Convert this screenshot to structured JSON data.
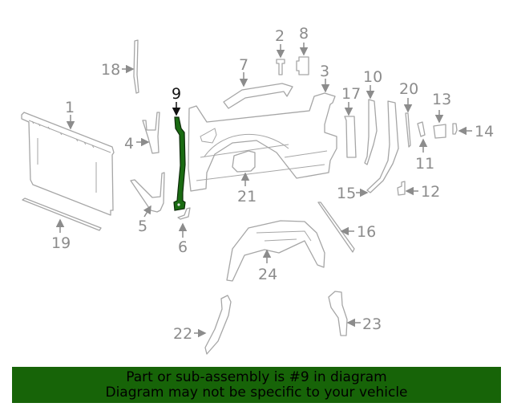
{
  "diagram": {
    "highlighted_part": "9",
    "highlight_color": "#1a6b12",
    "label_color": "#8c8c8c",
    "callouts": [
      {
        "id": "1",
        "label": "1"
      },
      {
        "id": "2",
        "label": "2"
      },
      {
        "id": "3",
        "label": "3"
      },
      {
        "id": "4",
        "label": "4"
      },
      {
        "id": "5",
        "label": "5"
      },
      {
        "id": "6",
        "label": "6"
      },
      {
        "id": "7",
        "label": "7"
      },
      {
        "id": "8",
        "label": "8"
      },
      {
        "id": "9",
        "label": "9"
      },
      {
        "id": "10",
        "label": "10"
      },
      {
        "id": "11",
        "label": "11"
      },
      {
        "id": "12",
        "label": "12"
      },
      {
        "id": "13",
        "label": "13"
      },
      {
        "id": "14",
        "label": "14"
      },
      {
        "id": "15",
        "label": "15"
      },
      {
        "id": "16",
        "label": "16"
      },
      {
        "id": "17",
        "label": "17"
      },
      {
        "id": "18",
        "label": "18"
      },
      {
        "id": "19",
        "label": "19"
      },
      {
        "id": "20",
        "label": "20"
      },
      {
        "id": "21",
        "label": "21"
      },
      {
        "id": "22",
        "label": "22"
      },
      {
        "id": "23",
        "label": "23"
      },
      {
        "id": "24",
        "label": "24"
      }
    ]
  },
  "banner": {
    "line1": "Part or sub-assembly is #9 in diagram",
    "line2": "Diagram may not be specific to your vehicle",
    "color": "#176408"
  }
}
